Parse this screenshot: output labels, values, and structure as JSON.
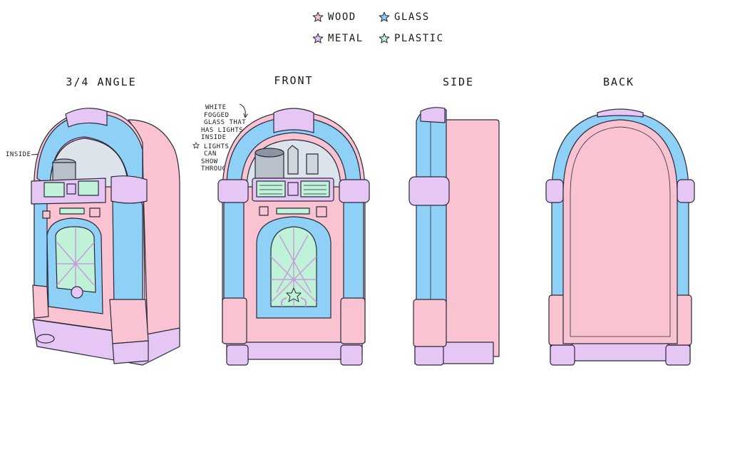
{
  "legend": {
    "items": [
      {
        "label": "WOOD",
        "color": "#f9c3d2"
      },
      {
        "label": "GLASS",
        "color": "#8fd0f6"
      },
      {
        "label": "METAL",
        "color": "#e6c6f5"
      },
      {
        "label": "PLASTIC",
        "color": "#bff2d8"
      }
    ]
  },
  "views": {
    "three_quarter": "3/4 ANGLE",
    "front": "FRONT",
    "side": "SIDE",
    "back": "BACK"
  },
  "annotations": {
    "inside_label": "INSIDE",
    "glass_note_lines": [
      "WHITE",
      "FOGGED",
      "GLASS THAT",
      "HAS LIGHTS",
      "INSIDE",
      "LIGHTS",
      "CAN",
      "SHOW",
      "THROUGH"
    ]
  },
  "colors": {
    "wood": "#f9c3d2",
    "glass": "#8fd0f6",
    "metal": "#e6c6f5",
    "plastic": "#bff2d8",
    "outline": "#2a2a3a",
    "interior": "#dde3ea"
  }
}
